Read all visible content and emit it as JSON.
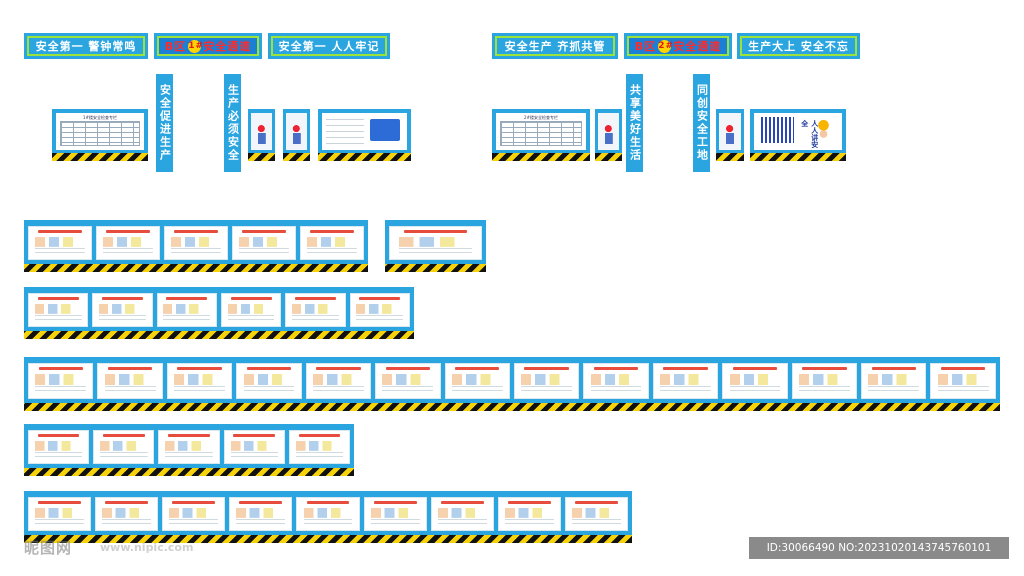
{
  "slogans_left": [
    {
      "text": "安全第一  警钟常鸣"
    },
    {
      "zone": "B区",
      "num": "1#",
      "text": "安全通道"
    },
    {
      "text": "安全第一  人人牢记"
    }
  ],
  "slogans_right": [
    {
      "text": "安全生产  齐抓共管"
    },
    {
      "zone": "B区",
      "num": "2#",
      "text": "安全通道"
    },
    {
      "text": "生产大上  安全不忘"
    }
  ],
  "vertical_slogans": [
    "安全促进生产",
    "生产必须安全",
    "共享美好生活",
    "同创安全工地"
  ],
  "table_boards": [
    {
      "title": "1#楼安全检查专栏"
    },
    {
      "title": "2#楼安全检查专栏"
    }
  ],
  "poster_text": "人人讲安全",
  "watermark": {
    "left": "昵图网",
    "url": "www.nipic.com",
    "id": "ID:30066490 NO:20231020143745760101"
  },
  "colors": {
    "board_blue": "#2aa5e0",
    "border_green": "#9be33b",
    "hazard_yellow": "#f5d20a",
    "hazard_black": "#111111"
  }
}
